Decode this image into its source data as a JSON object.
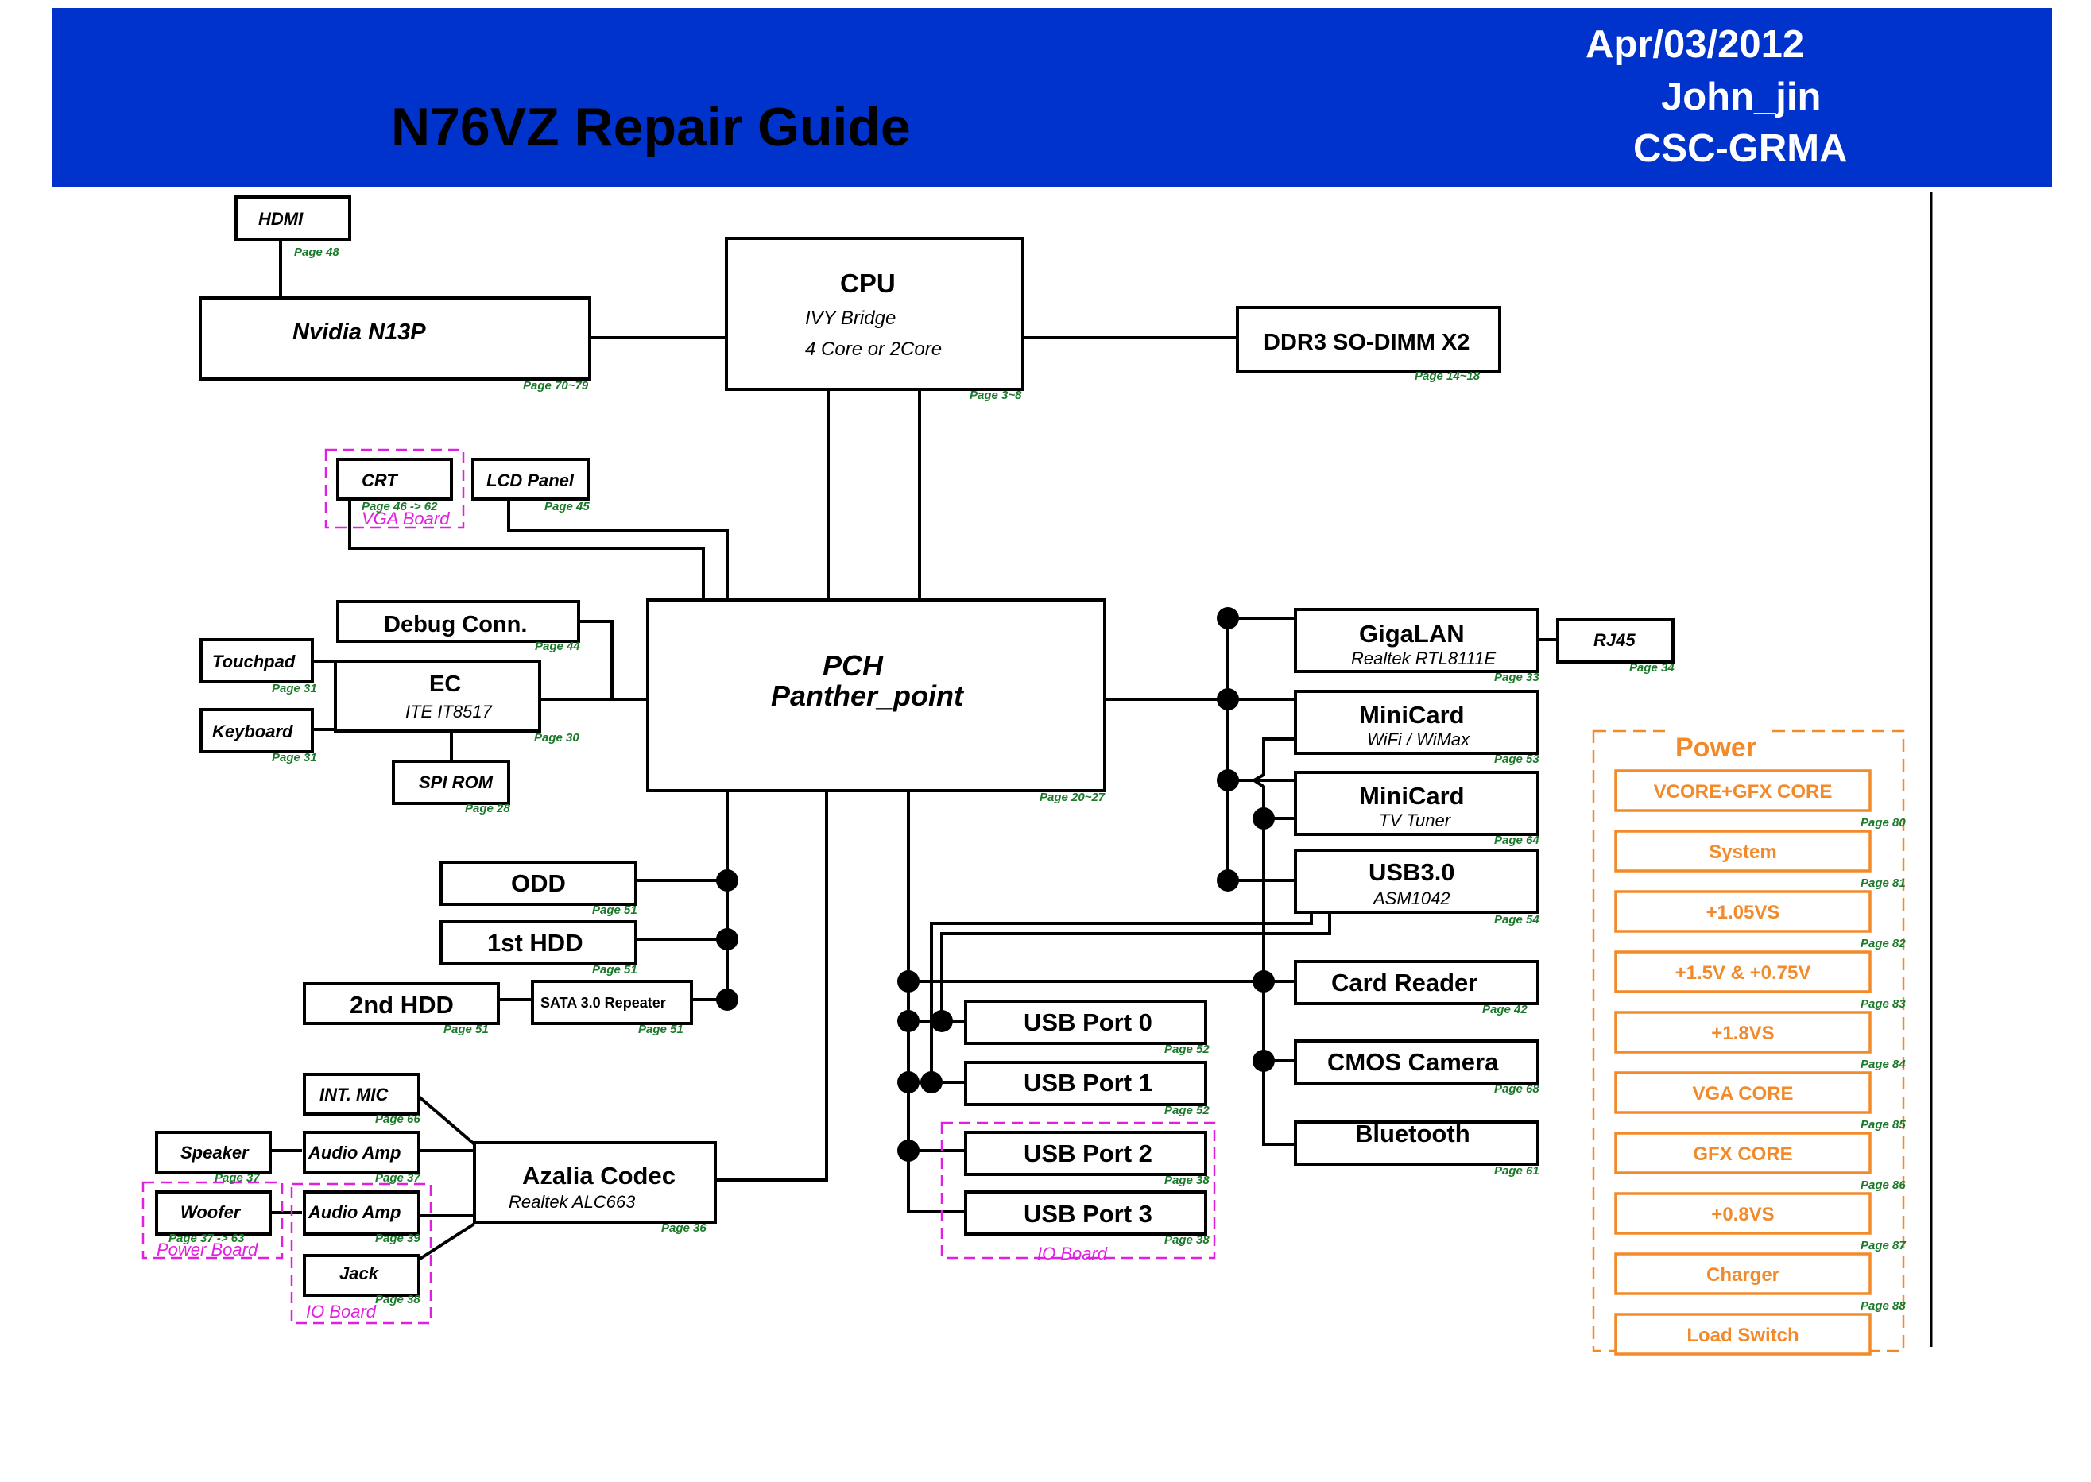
{
  "header": {
    "title": "N76VZ Repair Guide",
    "date": "Apr/03/2012",
    "author": "John_jin",
    "dept": "CSC-GRMA",
    "bg_color": "#0033CC",
    "title_color": "#000000",
    "info_color": "#FFFFFF"
  },
  "colors": {
    "line": "#000000",
    "page_ref": "#1a7a2a",
    "board": "#e020e0",
    "power": "#f28a2a"
  },
  "blocks": {
    "hdmi": "HDMI",
    "nvidia": "Nvidia N13P",
    "cpu": "CPU",
    "cpu_sub1": "IVY Bridge",
    "cpu_sub2": "4 Core or 2Core",
    "ddr3": "DDR3 SO-DIMM X2",
    "crt": "CRT",
    "lcd": "LCD Panel",
    "vga_board": "VGA Board",
    "debug": "Debug Conn.",
    "touchpad": "Touchpad",
    "ec": "EC",
    "ec_sub": "ITE IT8517",
    "keyboard": "Keyboard",
    "spirom": "SPI ROM",
    "pch": "PCH",
    "pch_sub": "Panther_point",
    "gigalan": "GigaLAN",
    "gigalan_sub": "Realtek RTL8111E",
    "rj45": "RJ45",
    "minicard1": "MiniCard",
    "minicard1_sub": "WiFi / WiMax",
    "minicard2": "MiniCard",
    "minicard2_sub": "TV Tuner",
    "usb30": "USB3.0",
    "usb30_sub": "ASM1042",
    "cardreader": "Card Reader",
    "cmos": "CMOS Camera",
    "bluetooth": "Bluetooth",
    "odd": "ODD",
    "hdd1": "1st HDD",
    "hdd2": "2nd HDD",
    "sata_rep": "SATA 3.0 Repeater",
    "usb0": "USB Port 0",
    "usb1": "USB Port 1",
    "usb2": "USB Port 2",
    "usb3": "USB Port 3",
    "io_board_usb": "IO Board",
    "intmic": "INT. MIC",
    "speaker": "Speaker",
    "amp1": "Audio Amp",
    "woofer": "Woofer",
    "amp2": "Audio Amp",
    "jack": "Jack",
    "power_board": "Power Board",
    "io_board_audio": "IO Board",
    "azalia": "Azalia Codec",
    "azalia_sub": "Realtek ALC663"
  },
  "pages": {
    "hdmi": "Page 48",
    "nvidia": "Page 70~79",
    "cpu": "Page 3~8",
    "ddr3": "Page 14~18",
    "crt": "Page 46 -> 62",
    "lcd": "Page 45",
    "debug": "Page 44",
    "touchpad": "Page 31",
    "ec": "Page 30",
    "keyboard": "Page 31",
    "spirom": "Page 28",
    "pch": "Page 20~27",
    "gigalan": "Page 33",
    "rj45": "Page 34",
    "minicard1": "Page 53",
    "minicard2": "Page 64",
    "usb30": "Page 54",
    "cardreader": "Page 42",
    "cmos": "Page 68",
    "bluetooth": "Page 61",
    "odd": "Page 51",
    "hdd1": "Page 51",
    "hdd2": "Page 51",
    "sata_rep": "Page 51",
    "usb0": "Page 52",
    "usb1": "Page 52",
    "usb2": "Page 38",
    "usb3": "Page 38",
    "intmic": "Page 66",
    "speaker": "Page 37",
    "amp1": "Page 37",
    "woofer": "Page 37 -> 63",
    "amp2": "Page 39",
    "jack": "Page 38",
    "azalia": "Page 36"
  },
  "power": {
    "title": "Power",
    "items": [
      {
        "label": "VCORE+GFX CORE",
        "page": "Page 80"
      },
      {
        "label": "System",
        "page": "Page 81"
      },
      {
        "label": "+1.05VS",
        "page": "Page 82"
      },
      {
        "label": "+1.5V & +0.75V",
        "page": "Page 83"
      },
      {
        "label": "+1.8VS",
        "page": "Page 84"
      },
      {
        "label": "VGA CORE",
        "page": "Page 85"
      },
      {
        "label": "GFX CORE",
        "page": "Page 86"
      },
      {
        "label": "+0.8VS",
        "page": "Page 87"
      },
      {
        "label": "Charger",
        "page": "Page 88"
      },
      {
        "label": "Load Switch",
        "page": ""
      }
    ]
  }
}
